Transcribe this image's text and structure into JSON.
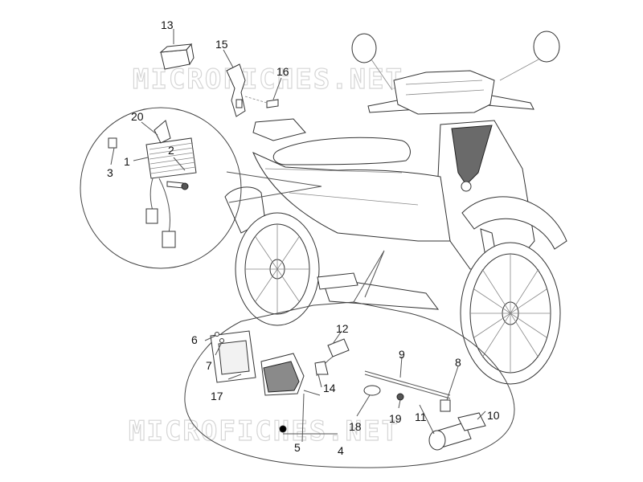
{
  "watermark": {
    "text": "MICROFICHES.NET"
  },
  "callouts": [
    "13",
    "15",
    "16",
    "20",
    "2",
    "3",
    "1",
    "12",
    "9",
    "6",
    "7",
    "14",
    "8",
    "17",
    "18",
    "19",
    "11",
    "10",
    "5",
    "4"
  ]
}
